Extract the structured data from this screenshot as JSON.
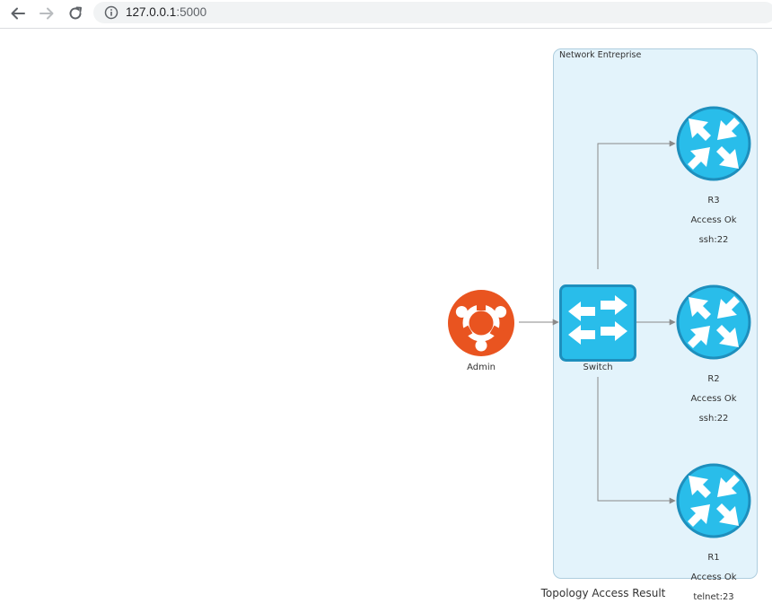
{
  "browser": {
    "url_host": "127.0.0.1",
    "url_port": ":5000"
  },
  "diagram": {
    "cluster_label": "Network Entreprise",
    "caption": "Topology Access Result",
    "nodes": {
      "admin": {
        "label": "Admin",
        "icon": "ubuntu-icon"
      },
      "switch": {
        "label": "Switch",
        "icon": "switch-icon"
      },
      "r3": {
        "name": "R3",
        "status": "Access Ok",
        "protocol": "ssh:22",
        "icon": "router-icon"
      },
      "r2": {
        "name": "R2",
        "status": "Access Ok",
        "protocol": "ssh:22",
        "icon": "router-icon"
      },
      "r1": {
        "name": "R1",
        "status": "Access Ok",
        "protocol": "telnet:23",
        "icon": "router-icon"
      }
    },
    "edges": [
      {
        "from": "admin",
        "to": "switch"
      },
      {
        "from": "switch",
        "to": "r3"
      },
      {
        "from": "switch",
        "to": "r2"
      },
      {
        "from": "switch",
        "to": "r1"
      }
    ]
  },
  "colors": {
    "ubuntu": "#e95420",
    "device": "#29bdea",
    "device_border": "#1e8fbd",
    "cluster_bg": "#e3f3fb",
    "edge": "#8a8a8a"
  }
}
